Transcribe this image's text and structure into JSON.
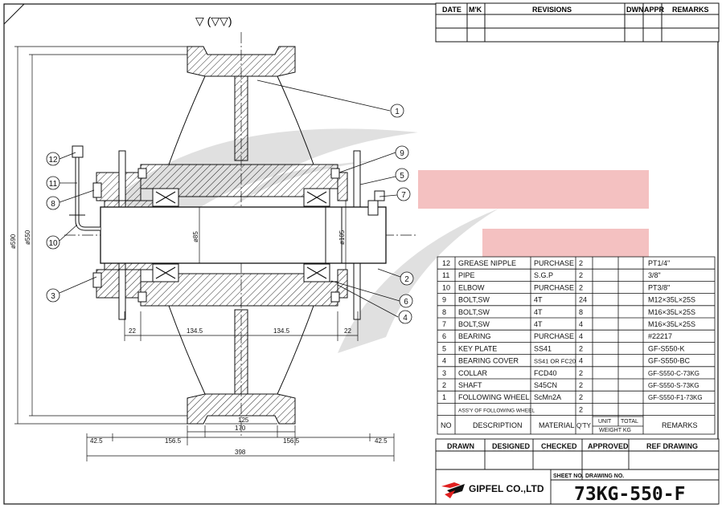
{
  "surface_symbol": "▽ (▽▽)",
  "revisions_header": {
    "date": "DATE",
    "mark": "M'K",
    "revisions": "REVISIONS",
    "dwn": "DWN",
    "appr": "APPR",
    "remarks": "REMARKS"
  },
  "dims": {
    "d590": "ø590",
    "d550": "ø550",
    "d85": "ø85",
    "d105": "ø105",
    "w22a": "22",
    "w1345a": "134.5",
    "w1345b": "134.5",
    "w22b": "22",
    "w125": "125",
    "w170": "170",
    "w425a": "42.5",
    "w1565a": "156.5",
    "w1565b": "156.5",
    "w425b": "42.5",
    "w398": "398"
  },
  "balloons": [
    "1",
    "2",
    "3",
    "4",
    "5",
    "6",
    "7",
    "8",
    "9",
    "10",
    "11",
    "12"
  ],
  "bom": {
    "rows": [
      {
        "no": "12",
        "desc": "GREASE NIPPLE",
        "mat": "PURCHASE",
        "qty": "2",
        "rem": "PT1/4\""
      },
      {
        "no": "11",
        "desc": "PIPE",
        "mat": "S.G.P",
        "qty": "2",
        "rem": "3/8\""
      },
      {
        "no": "10",
        "desc": "ELBOW",
        "mat": "PURCHASE",
        "qty": "2",
        "rem": "PT3/8\""
      },
      {
        "no": "9",
        "desc": "BOLT,SW",
        "mat": "4T",
        "qty": "24",
        "rem": "M12×35L×25S"
      },
      {
        "no": "8",
        "desc": "BOLT,SW",
        "mat": "4T",
        "qty": "8",
        "rem": "M16×35L×25S"
      },
      {
        "no": "7",
        "desc": "BOLT,SW",
        "mat": "4T",
        "qty": "4",
        "rem": "M16×35L×25S"
      },
      {
        "no": "6",
        "desc": "BEARING",
        "mat": "PURCHASE",
        "qty": "4",
        "rem": "#22217"
      },
      {
        "no": "5",
        "desc": "KEY PLATE",
        "mat": "SS41",
        "qty": "2",
        "rem": "GF-S550-K"
      },
      {
        "no": "4",
        "desc": "BEARING COVER",
        "mat": "SS41 OR FC20",
        "qty": "4",
        "rem": "GF-S550-BC"
      },
      {
        "no": "3",
        "desc": "COLLAR",
        "mat": "FCD40",
        "qty": "2",
        "rem": "GF-S550-C-73KG"
      },
      {
        "no": "2",
        "desc": "SHAFT",
        "mat": "S45CN",
        "qty": "2",
        "rem": "GF-S550-S-73KG"
      },
      {
        "no": "1",
        "desc": "FOLLOWING WHEEL",
        "mat": "ScMn2A",
        "qty": "2",
        "rem": "GF-S550-F1-73KG"
      },
      {
        "no": "",
        "desc": "ASS'Y OF FOLLOWING WHEEL",
        "mat": "",
        "qty": "2",
        "rem": ""
      }
    ],
    "header": {
      "no": "NO",
      "desc": "DESCRIPTION",
      "mat": "MATERIAL",
      "qty": "Q'TY",
      "unit": "UNIT",
      "total": "TOTAL",
      "weight": "WEIGHT  KG",
      "rem": "REMARKS"
    }
  },
  "title_block": {
    "drawn": "DRAWN",
    "designed": "DESIGNED",
    "checked": "CHECKED",
    "approved": "APPROVED",
    "ref_drawing": "REF DRAWING",
    "sheet_no_label": "SHEET NO.",
    "drawing_no_label": "DRAWING NO.",
    "company": "GIPFEL CO.,LTD",
    "drawing_no": "73KG-550-F"
  },
  "colors": {
    "line": "#111111",
    "red_band": "#f2b6b6",
    "grey_swoosh": "#d6d6d6",
    "logo_red": "#e02020"
  }
}
